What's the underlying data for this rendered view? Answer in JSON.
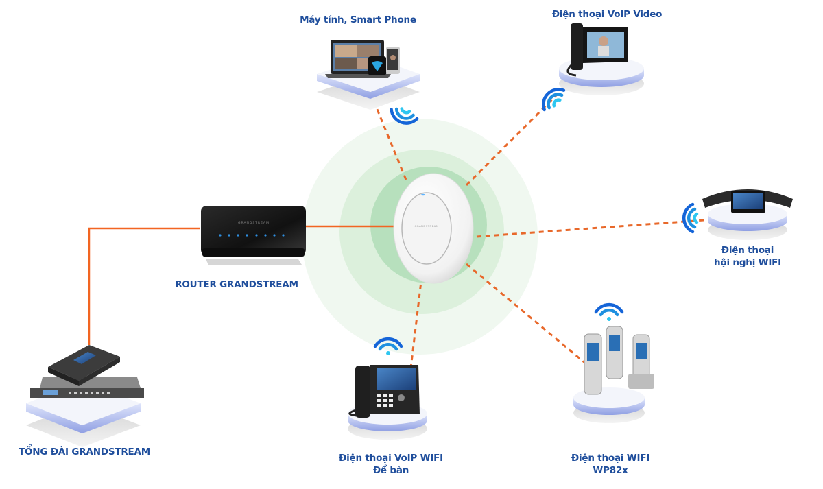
{
  "diagram": {
    "title": "Grandstream WiFi network topology",
    "colors": {
      "label": "#1f4e9c",
      "wired_link": "#f26522",
      "wireless_link": "#e8682a",
      "coverage_outer": "#eef7ee",
      "coverage_mid": "#d9efd9",
      "coverage_inner": "#b9e2bf",
      "wifi_signal": "#1e90e0",
      "pedestal_top": "#f3f5fb",
      "pedestal_side": "#9aa8e6"
    },
    "nodes": {
      "access_point": {
        "label": "",
        "brand_text": "GRANDSTREAM"
      },
      "router": {
        "label": "ROUTER GRANDSTREAM",
        "brand_text": "GRANDSTREAM"
      },
      "pbx": {
        "label": "TỔNG ĐÀI GRANDSTREAM"
      },
      "computer_phone": {
        "label": "Máy tính,  Smart Phone"
      },
      "video_phone": {
        "label": "Điện thoại VoIP Video"
      },
      "conference_phone": {
        "label_line1": "Điện thoại",
        "label_line2": "hội nghị WIFI"
      },
      "desk_phone": {
        "label_line1": "Điện thoại VoIP WIFI",
        "label_line2": "Để bàn"
      },
      "wifi_handsets": {
        "label_line1": "Điện thoại WIFI",
        "label_line2": "WP82x"
      }
    },
    "links": [
      {
        "from": "pbx",
        "to": "router",
        "type": "wired"
      },
      {
        "from": "router",
        "to": "access_point",
        "type": "wired"
      },
      {
        "from": "access_point",
        "to": "computer_phone",
        "type": "wireless"
      },
      {
        "from": "access_point",
        "to": "video_phone",
        "type": "wireless"
      },
      {
        "from": "access_point",
        "to": "conference_phone",
        "type": "wireless"
      },
      {
        "from": "access_point",
        "to": "desk_phone",
        "type": "wireless"
      },
      {
        "from": "access_point",
        "to": "wifi_handsets",
        "type": "wireless"
      }
    ]
  }
}
